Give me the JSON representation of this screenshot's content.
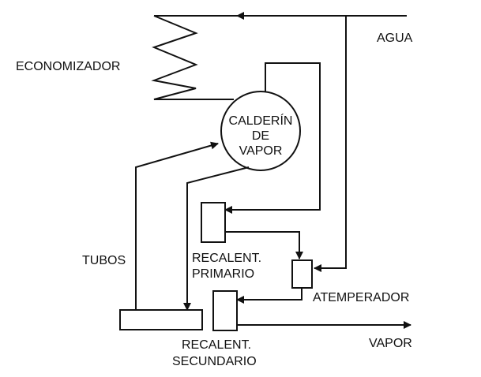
{
  "labels": {
    "agua": "AGUA",
    "economizador": "ECONOMIZADOR",
    "calderin_line1": "CALDERÍN",
    "calderin_line2": "DE",
    "calderin_line3": "VAPOR",
    "tubos": "TUBOS",
    "recalent_primario_line1": "RECALENT.",
    "recalent_primario_line2": "PRIMARIO",
    "atemperador": "ATEMPERADOR",
    "recalent_secundario_line1": "RECALENT.",
    "recalent_secundario_line2": "SECUNDARIO",
    "vapor": "VAPOR"
  }
}
